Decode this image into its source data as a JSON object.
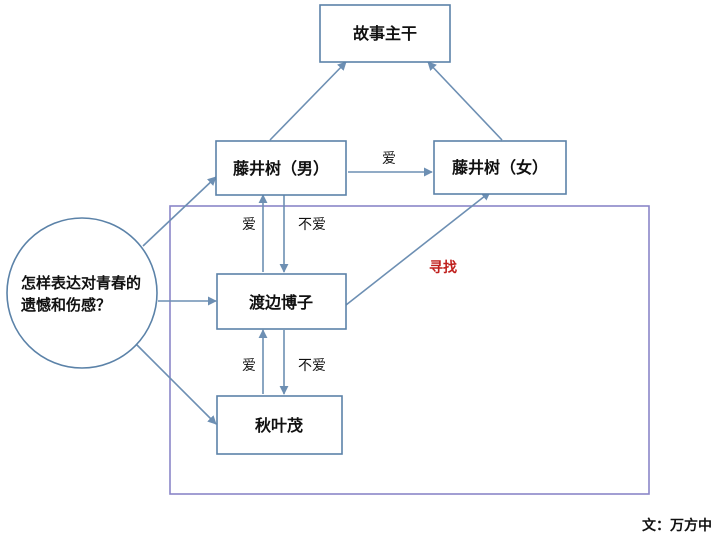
{
  "colors": {
    "node_stroke": "#5b82a8",
    "arrow": "#6d8fb3",
    "frame": "#8a86c8",
    "search_label": "#c0201e"
  },
  "nodes": {
    "main_plot": "故事主干",
    "fujii_male": "藤井树（男）",
    "fujii_female": "藤井树（女）",
    "watanabe": "渡边博子",
    "akiba": "秋叶茂",
    "question": [
      "怎样表达对青春的",
      "遗憾和伤感？"
    ]
  },
  "edges": {
    "love_male_to_female": "爱",
    "love_up_upper": "爱",
    "not_love_down_upper": "不爱",
    "love_up_lower": "爱",
    "not_love_down_lower": "不爱"
  },
  "frame": {
    "label": "寻找"
  },
  "credit": "文：万方中"
}
